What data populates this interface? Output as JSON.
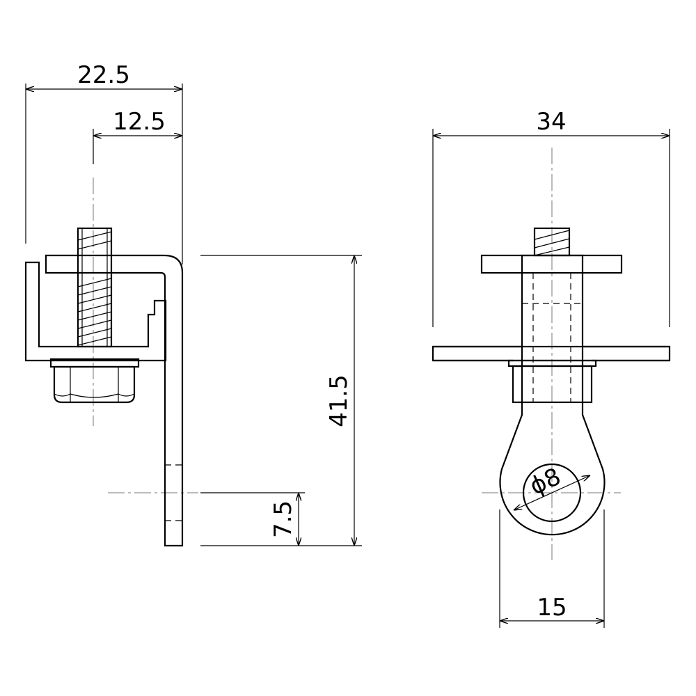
{
  "drawing": {
    "side_view": {
      "dim_overall_width": "22.5",
      "dim_bolt_offset": "12.5",
      "dim_total_height": "41.5",
      "dim_hole_offset": "7.5"
    },
    "front_view": {
      "dim_plate_width": "34",
      "dim_hole_diameter": "ϕ8",
      "dim_eye_width": "15"
    }
  }
}
